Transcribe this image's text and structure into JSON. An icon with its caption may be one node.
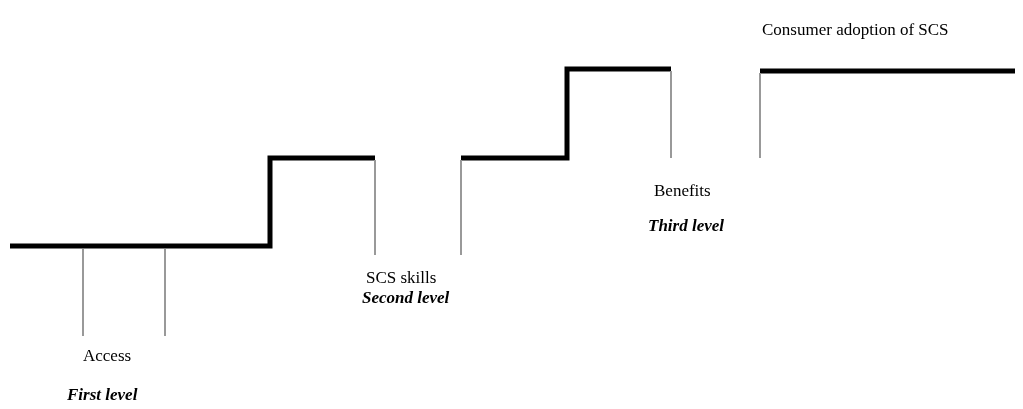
{
  "diagram": {
    "labels": [
      "Consumer adoption of SCS",
      "Access",
      "First level",
      "SCS skills",
      "Second level",
      "Benefits",
      "Third level"
    ]
  }
}
